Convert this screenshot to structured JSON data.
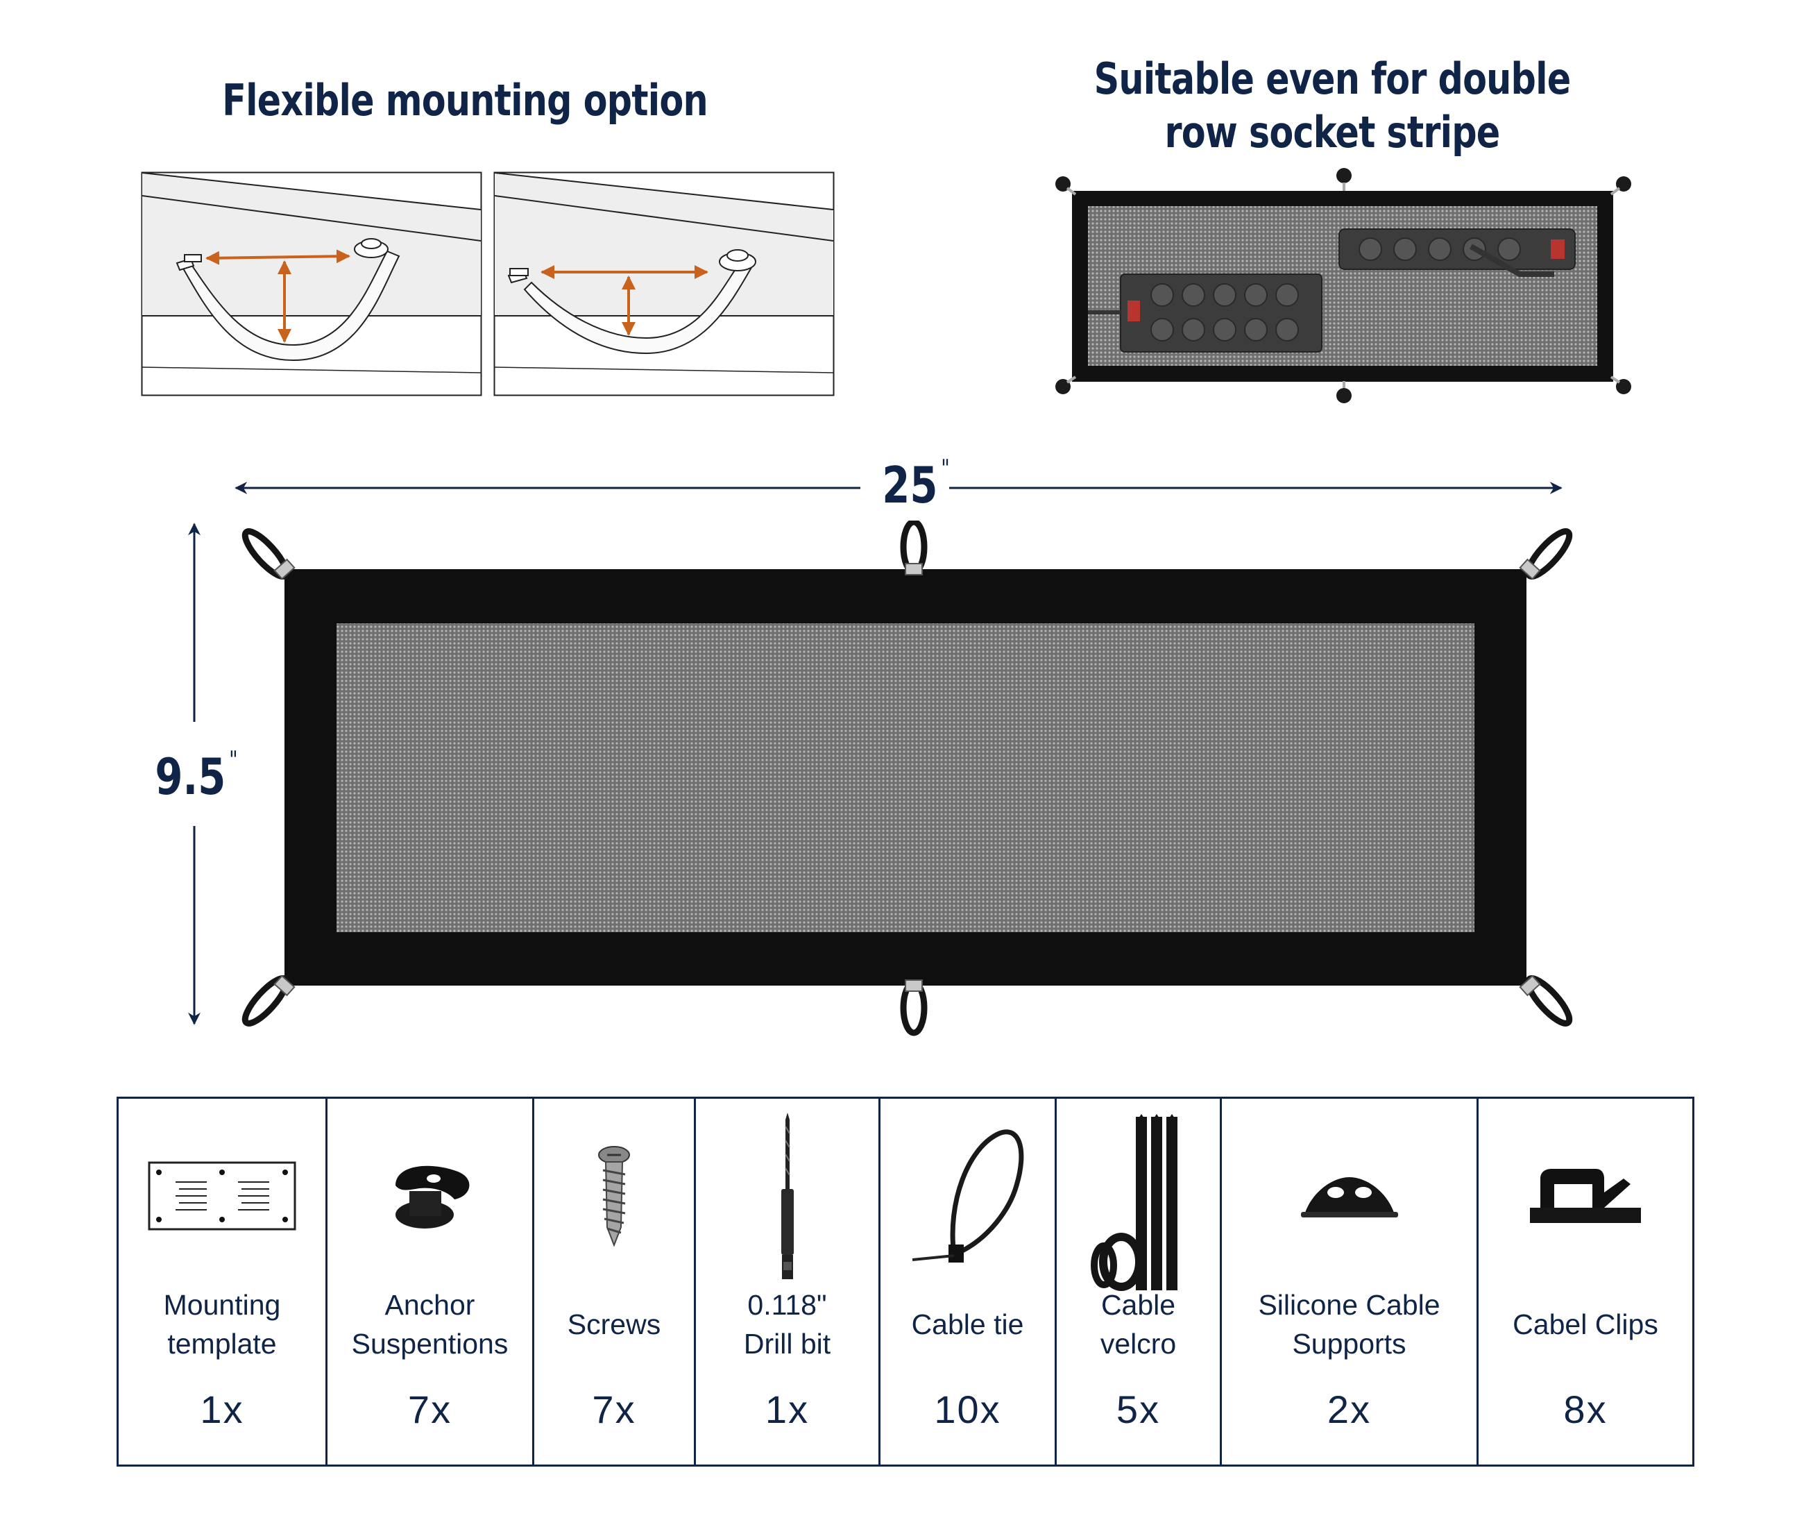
{
  "headings": {
    "flexible_mounting": "Flexible mounting option",
    "suitable_double_line1": "Suitable even for double",
    "suitable_double_line2": "row socket stripe"
  },
  "dimensions": {
    "width_value": "25",
    "height_value": "9.5",
    "unit_mark": "\""
  },
  "colors": {
    "text_navy": "#0f2447",
    "arrow_orange": "#c8621c",
    "net_black": "#111111",
    "mesh_gray": "#8e8e8e"
  },
  "parts": [
    {
      "label": "Mounting\ntemplate",
      "qty": "1x",
      "icon": "template-icon"
    },
    {
      "label": "Anchor\nSuspentions",
      "qty": "7x",
      "icon": "anchor-icon"
    },
    {
      "label": "Screws",
      "qty": "7x",
      "icon": "screw-icon"
    },
    {
      "label": "0.118\"\nDrill bit",
      "qty": "1x",
      "icon": "drill-bit-icon"
    },
    {
      "label": "Cable tie",
      "qty": "10x",
      "icon": "cable-tie-icon"
    },
    {
      "label": "Cable\nvelcro",
      "qty": "5x",
      "icon": "velcro-icon"
    },
    {
      "label": "Silicone Cable\nSupports",
      "qty": "2x",
      "icon": "cable-support-icon"
    },
    {
      "label": "Cabel Clips",
      "qty": "8x",
      "icon": "cable-clip-icon"
    }
  ]
}
